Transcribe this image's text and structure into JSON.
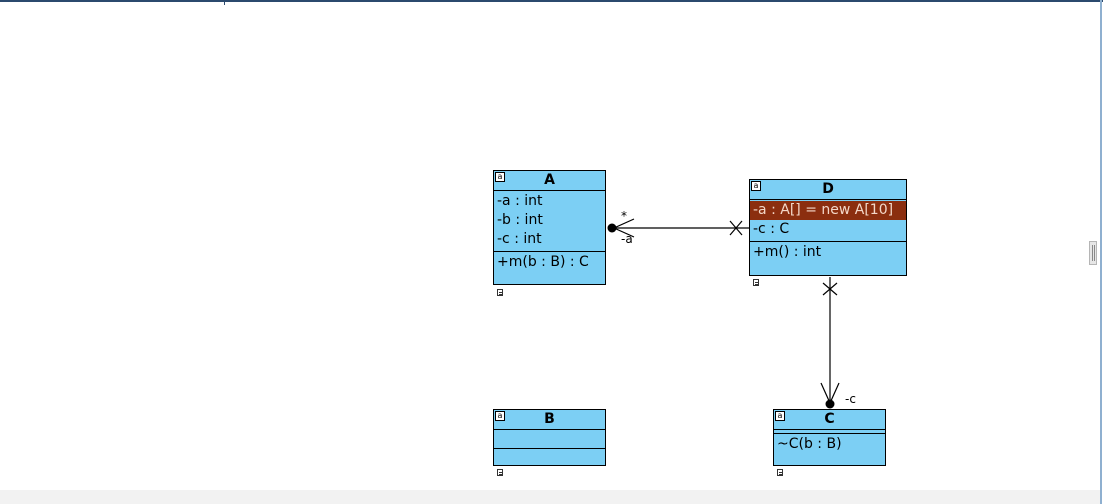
{
  "classes": {
    "A": {
      "name": "A",
      "attributes": [
        "-a : int",
        "-b : int",
        "-c : int"
      ],
      "operations": [
        "+m(b : B) : C"
      ]
    },
    "B": {
      "name": "B",
      "attributes": [],
      "operations": []
    },
    "C": {
      "name": "C",
      "attributes": [],
      "operations": [
        "~C(b : B)"
      ]
    },
    "D": {
      "name": "D",
      "attributes": [
        "-a : A[] = new A[10]",
        "-c : C"
      ],
      "operations": [
        "+m() : int"
      ]
    }
  },
  "class_marker": "a",
  "associations": [
    {
      "from": "D",
      "to": "A",
      "role": "-a",
      "multiplicity": "*",
      "navigable": true,
      "source_end": "not-navigable"
    },
    {
      "from": "D",
      "to": "C",
      "role": "-c",
      "multiplicity": "",
      "navigable": true,
      "source_end": "not-navigable"
    }
  ],
  "colors": {
    "class_fill": "#7ccff4",
    "selected_row_fill": "#8b2e0f",
    "selected_row_text": "#f3d7c8",
    "window_border": "#2b4a6e"
  },
  "icons": [
    "abstract-marker-icon",
    "note-document-icon",
    "splitter-handle-icon"
  ]
}
